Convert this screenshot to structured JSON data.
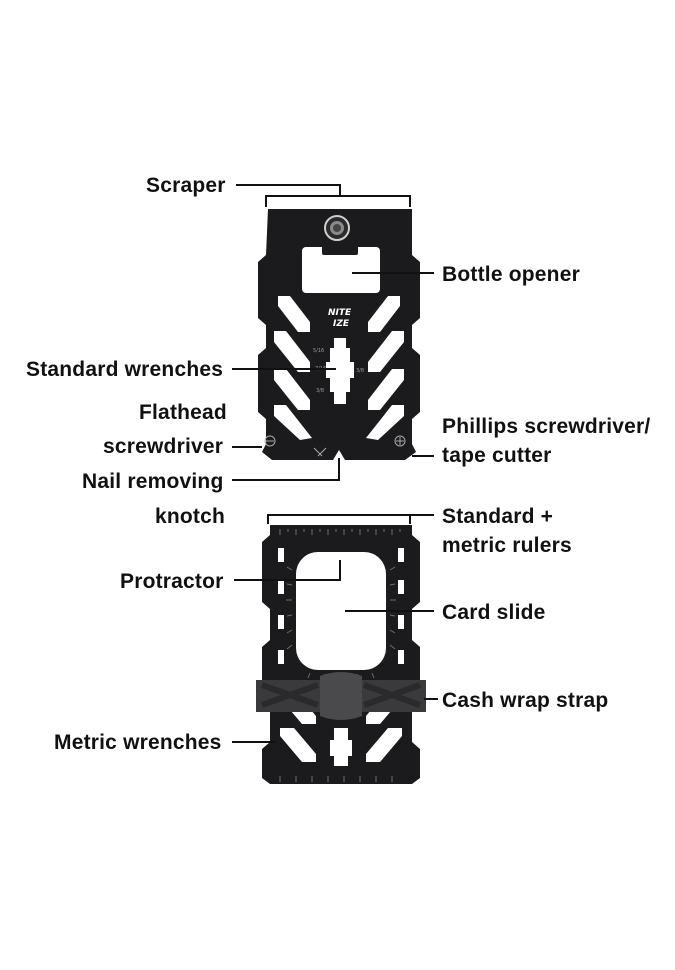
{
  "labels": {
    "scraper": "Scraper",
    "bottle_opener": "Bottle opener",
    "standard_wrenches": "Standard wrenches",
    "flathead_1": "Flathead",
    "flathead_2": "screwdriver",
    "phillips_1": "Phillips screwdriver/",
    "phillips_2": "tape cutter",
    "nail_1": "Nail removing",
    "nail_2": "knotch",
    "rulers_1": "Standard +",
    "rulers_2": "metric rulers",
    "protractor": "Protractor",
    "card_slide": "Card slide",
    "cash_wrap_strap": "Cash wrap strap",
    "metric_wrenches": "Metric wrenches"
  },
  "logo": {
    "line1": "NITE",
    "line2": "IZE"
  },
  "colors": {
    "tool": "#1b1b1d",
    "strap": "#3a3a3c",
    "text": "#111111",
    "background": "#ffffff"
  },
  "icons": [
    "bottle-cap-icon",
    "nite-ize-logo",
    "flathead-symbol-icon",
    "phillips-symbol-icon"
  ]
}
